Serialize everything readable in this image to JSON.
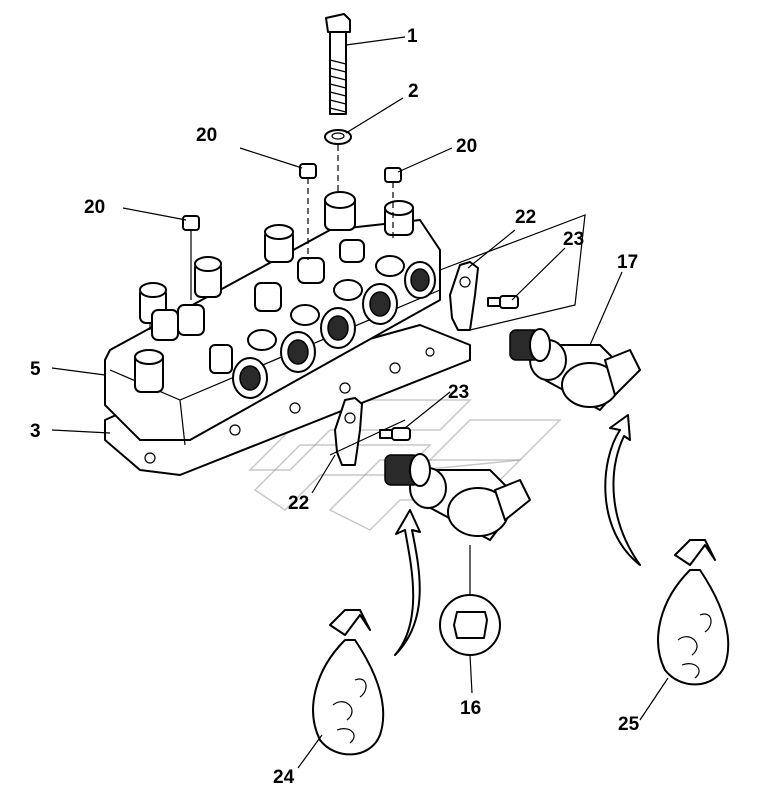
{
  "callouts": [
    {
      "id": "c1",
      "label": "1"
    },
    {
      "id": "c2",
      "label": "2"
    },
    {
      "id": "c20a",
      "label": "20"
    },
    {
      "id": "c20b",
      "label": "20"
    },
    {
      "id": "c20c",
      "label": "20"
    },
    {
      "id": "c22a",
      "label": "22"
    },
    {
      "id": "c23a",
      "label": "23"
    },
    {
      "id": "c17",
      "label": "17"
    },
    {
      "id": "c5",
      "label": "5"
    },
    {
      "id": "c23b",
      "label": "23"
    },
    {
      "id": "c3",
      "label": "3"
    },
    {
      "id": "c22b",
      "label": "22"
    },
    {
      "id": "c16",
      "label": "16"
    },
    {
      "id": "c25",
      "label": "25"
    },
    {
      "id": "c24",
      "label": "24"
    }
  ]
}
